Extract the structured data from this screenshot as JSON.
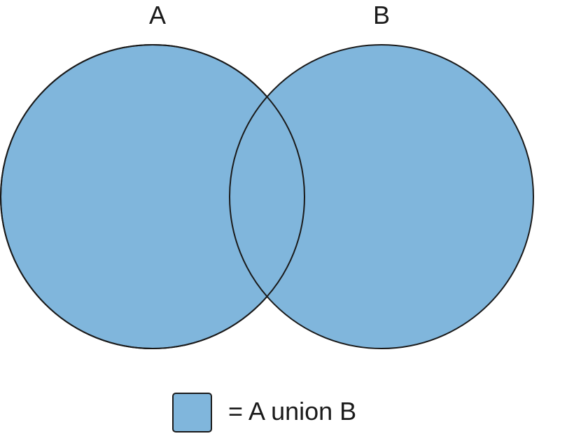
{
  "diagram": {
    "type": "venn",
    "sets": [
      {
        "label": "A"
      },
      {
        "label": "B"
      }
    ],
    "fill_color": "#80b6dc",
    "stroke_color": "#1a1a1a",
    "legend": {
      "text": "= A union B"
    }
  }
}
